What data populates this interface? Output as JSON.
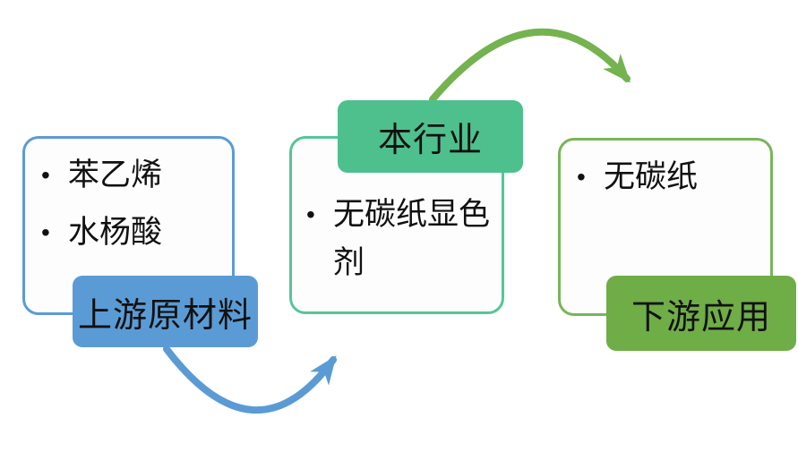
{
  "glyphs": {
    "bullet": "•"
  },
  "colors": {
    "blue": "#5B9BD5",
    "blue_border": "#5C9BD5",
    "teal": "#4EC08D",
    "teal_border": "#57C598",
    "green": "#6FAD47",
    "green_border": "#79B55A",
    "arrow_blue": "#5B9BD5",
    "arrow_green": "#74B350",
    "box_fill": "#FDFDFD",
    "text": "#111111"
  },
  "boxes": [
    {
      "label": "上游原材料",
      "items": [
        "苯乙烯",
        "水杨酸"
      ]
    },
    {
      "label": "本行业",
      "items": [
        "无碳纸显色剂"
      ]
    },
    {
      "label": "下游应用",
      "items": [
        "无碳纸"
      ]
    }
  ]
}
